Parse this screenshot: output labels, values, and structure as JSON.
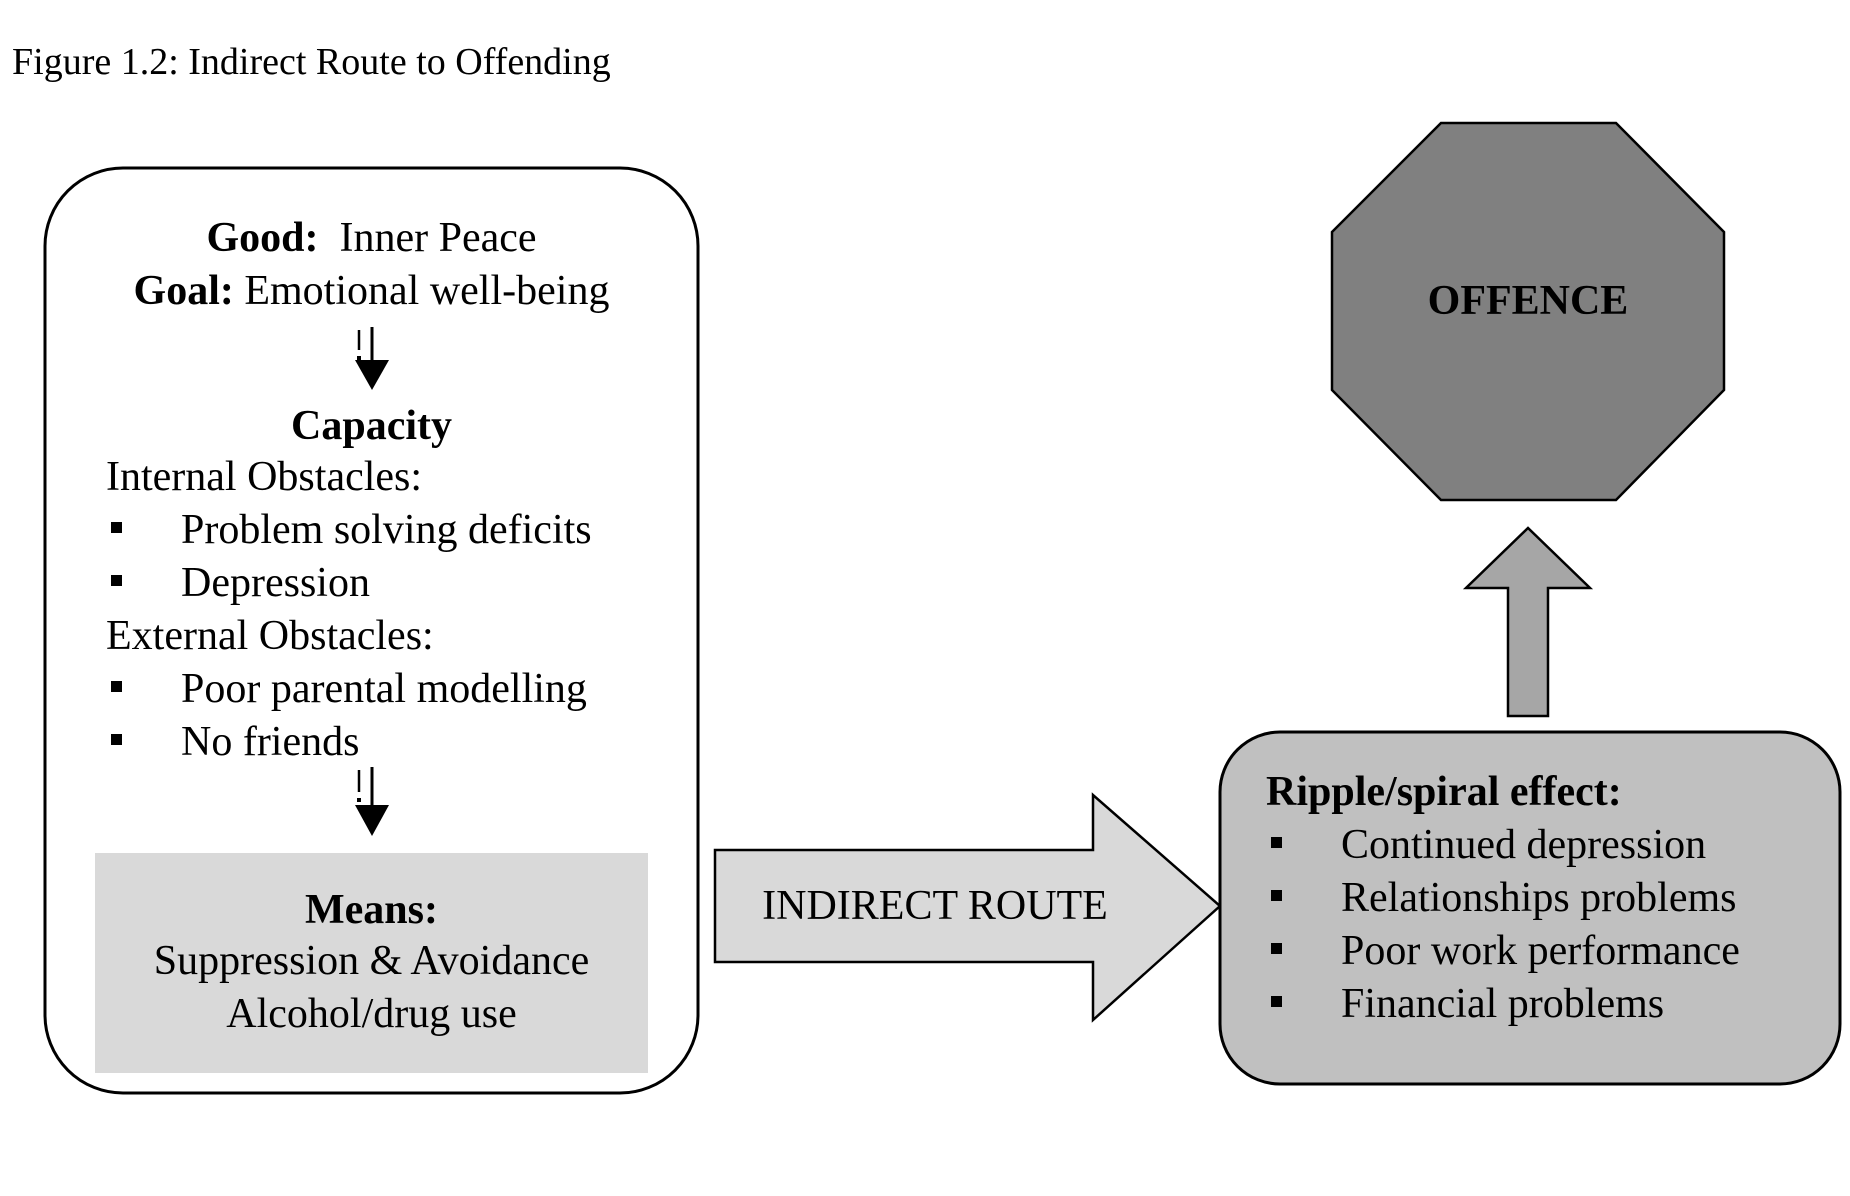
{
  "figure_title": "Figure 1.2: Indirect Route to Offending",
  "left_box": {
    "good_label": "Good:",
    "good_value": "Inner Peace",
    "goal_label": "Goal:",
    "goal_value": "Emotional well-being",
    "capacity_heading": "Capacity",
    "internal_heading": "Internal Obstacles:",
    "internal_items": [
      "Problem solving deficits",
      "Depression"
    ],
    "external_heading": "External Obstacles:",
    "external_items": [
      "Poor parental modelling",
      "No friends"
    ],
    "means_label": "Means:",
    "means_lines": [
      "Suppression & Avoidance",
      "Alcohol/drug use"
    ]
  },
  "route_arrow_label": "INDIRECT ROUTE",
  "ripple_box": {
    "heading": "Ripple/spiral effect:",
    "items": [
      "Continued depression",
      "Relationships problems",
      "Poor work performance",
      "Financial problems"
    ]
  },
  "offence_label": "OFFENCE",
  "colors": {
    "offence_fill": "#808080",
    "ripple_fill": "#c0c0c0",
    "means_fill": "#d9d9d9",
    "route_arrow_fill": "#d9d9d9",
    "up_arrow_fill": "#a6a6a6"
  }
}
